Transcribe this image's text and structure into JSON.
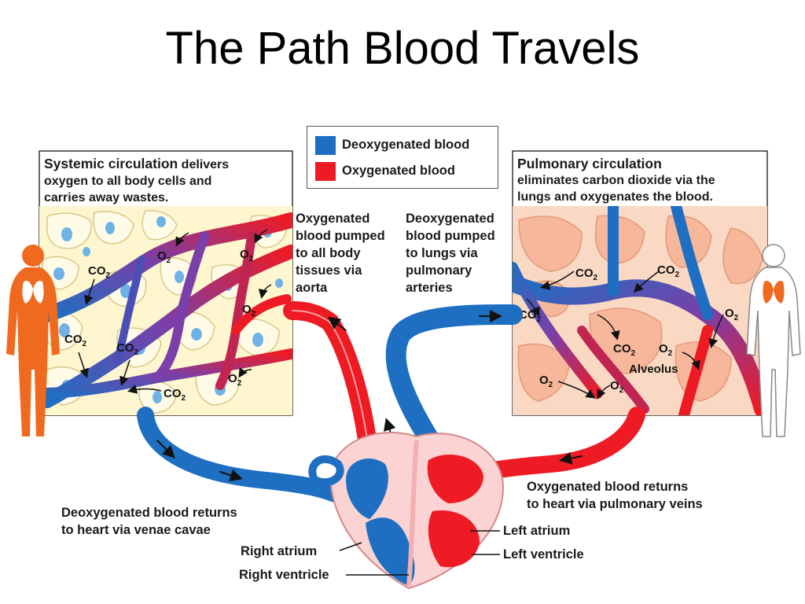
{
  "title": "The Path Blood Travels",
  "legend": {
    "deoxygenated": "Deoxygenated blood",
    "oxygenated": "Oxygenated blood"
  },
  "colors": {
    "deoxygenated": "#1e6fc2",
    "oxygenated": "#ee1b24",
    "mixed": "#7a3fa8",
    "cell_fill": "#fdf6cf",
    "alveolus_fill": "#f6b79a",
    "body_silhouette": "#ef6a1f"
  },
  "systemic": {
    "heading": "Systemic circulation",
    "heading_rest": " delivers",
    "line2": "oxygen to all body cells and",
    "line3": "carries away wastes."
  },
  "pulmonary": {
    "heading": "Pulmonary circulation",
    "line2": "eliminates carbon dioxide via the",
    "line3": "lungs and oxygenates the blood."
  },
  "aorta_note": [
    "Oxygenated",
    "blood pumped",
    "to all body",
    "tissues via",
    "aorta"
  ],
  "arteries_note": [
    "Deoxygenated",
    "blood pumped",
    "to lungs via",
    "pulmonary",
    "arteries"
  ],
  "venae_note": [
    "Deoxygenated blood returns",
    "to heart via venae cavae"
  ],
  "veins_note": [
    "Oxygenated blood returns",
    "to heart via pulmonary veins"
  ],
  "heart_labels": {
    "right_atrium": "Right atrium",
    "right_ventricle": "Right ventricle",
    "left_atrium": "Left atrium",
    "left_ventricle": "Left ventricle"
  },
  "gas_labels": {
    "co2": "CO",
    "o2": "O",
    "subscript": "2",
    "alveolus": "Alveolus"
  }
}
